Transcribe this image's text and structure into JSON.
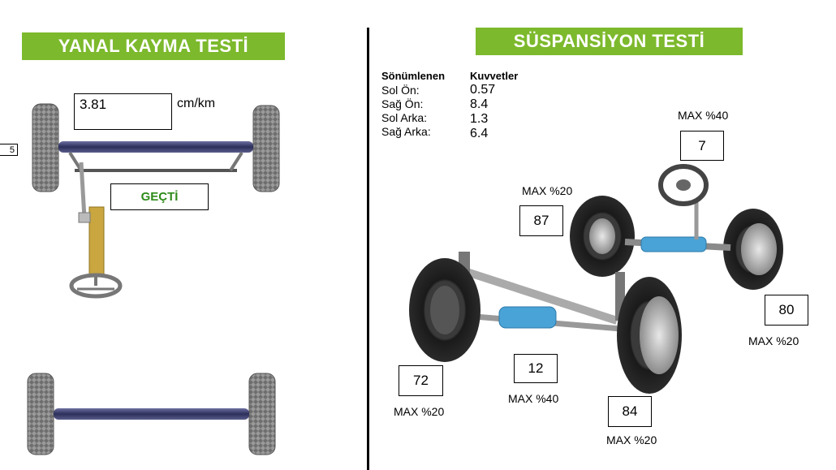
{
  "left_panel": {
    "title": "YANAL KAYMA TESTİ",
    "side_slip_value": "3.81",
    "side_slip_unit": "cm/km",
    "result": "GEÇTİ",
    "edge_value": "5"
  },
  "right_panel": {
    "title": "SÜSPANSİYON TESTİ",
    "table": {
      "col1_header": "Sönümlenen",
      "col2_header": "Kuvvetler",
      "rows": [
        {
          "name": "Sol Ön:",
          "value": "0.57"
        },
        {
          "name": "Sağ Ön:",
          "value": "8.4"
        },
        {
          "name": "Sol Arka:",
          "value": "1.3"
        },
        {
          "name": "Sağ Arka:",
          "value": "6.4"
        }
      ]
    },
    "readings": {
      "steering": {
        "value": "7",
        "limit": "MAX %40"
      },
      "rear_left": {
        "value": "87",
        "limit": "MAX %20"
      },
      "rear_right": {
        "value": "80",
        "limit": "MAX %20"
      },
      "front_left": {
        "value": "72",
        "limit": "MAX %20"
      },
      "front_center": {
        "value": "12",
        "limit": "MAX %40"
      },
      "front_right": {
        "value": "84",
        "limit": "MAX %20"
      }
    }
  },
  "colors": {
    "banner_green": "#7cb92c",
    "pass_green": "#2e8b1a",
    "tire": "#8a8a8a",
    "axle": "#3b3f6e",
    "column": "#c9a640",
    "hydraulic": "#4aa3d6"
  }
}
